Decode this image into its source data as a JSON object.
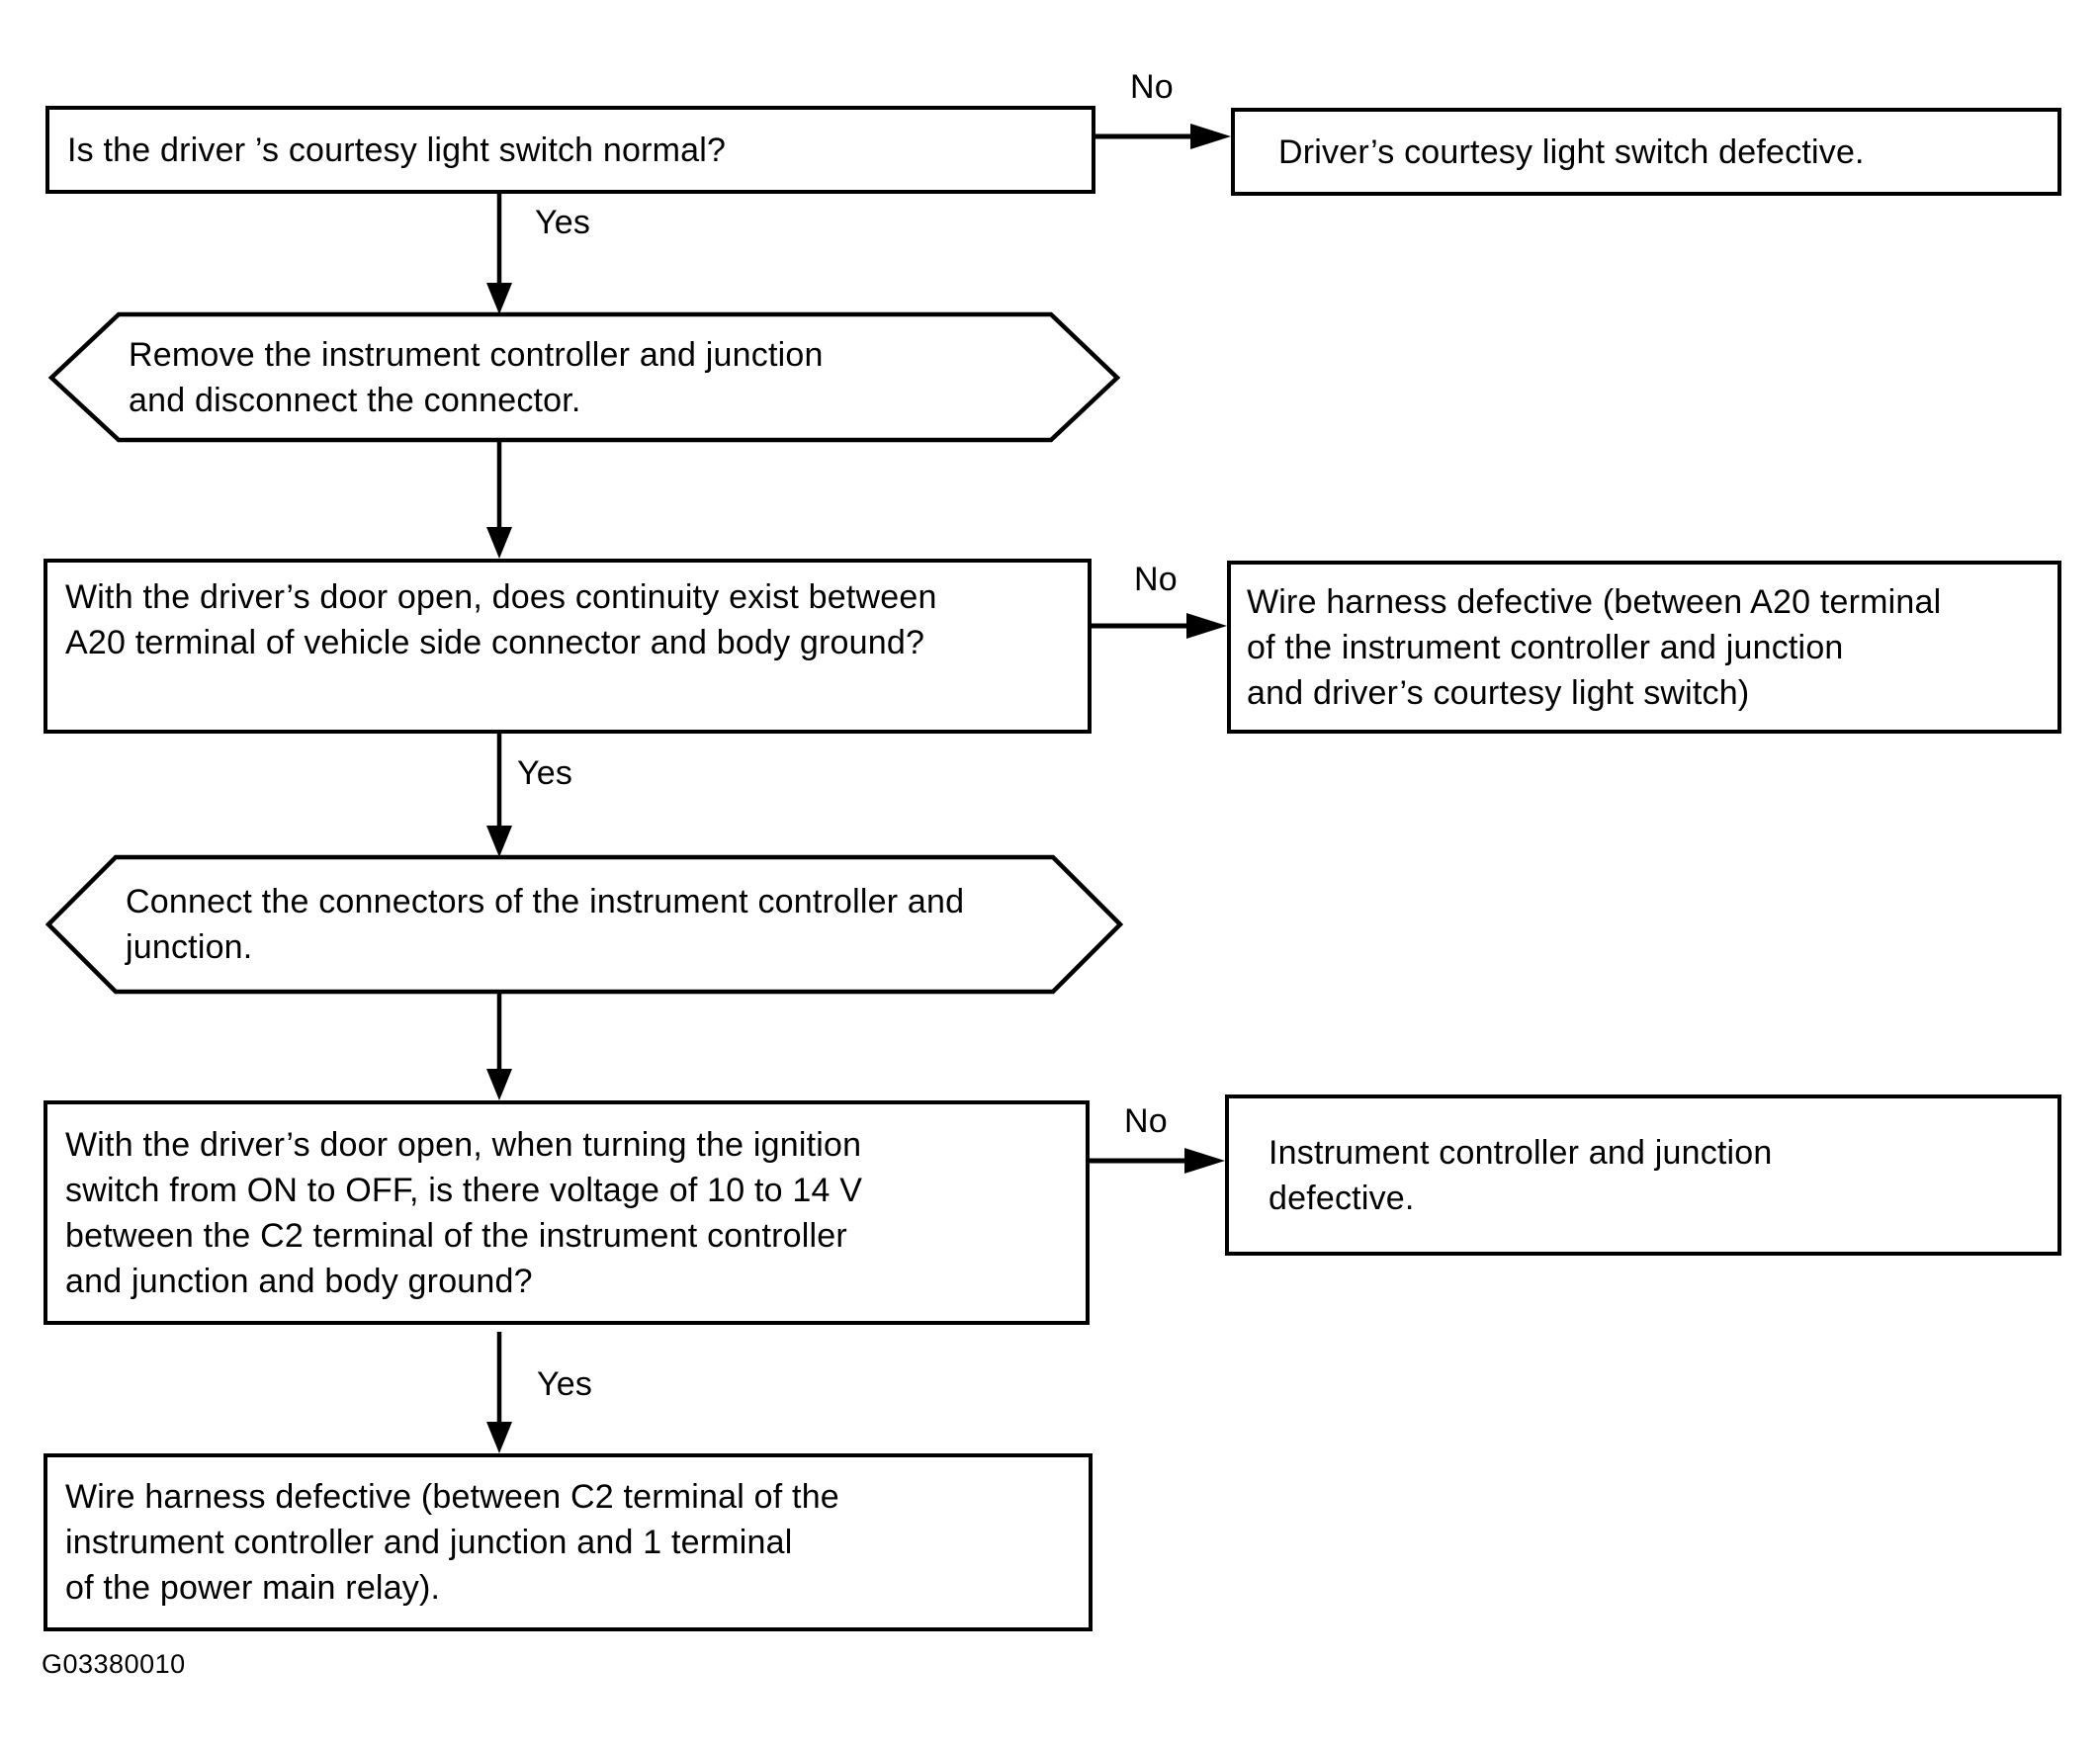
{
  "document": {
    "figure_code": "G03380010"
  },
  "labels": {
    "yes": "Yes",
    "no": "No"
  },
  "colors": {
    "ink": "#000000",
    "paper": "#ffffff"
  },
  "flow": {
    "q1": {
      "type": "decision",
      "lines": [
        "Is the driver ’s courtesy light switch normal?"
      ]
    },
    "r1": {
      "type": "result",
      "lines": [
        "Driver’s courtesy light switch defective."
      ]
    },
    "p1": {
      "type": "process",
      "lines": [
        "Remove the instrument controller and junction",
        "and disconnect the connector."
      ]
    },
    "q2": {
      "type": "decision",
      "lines": [
        "With the driver’s door open, does continuity exist between",
        "A20 terminal of vehicle side connector and body ground?"
      ]
    },
    "r2": {
      "type": "result",
      "lines": [
        "Wire harness defective (between A20 terminal",
        "of the instrument controller and junction",
        "and driver’s courtesy light switch)"
      ]
    },
    "p2": {
      "type": "process",
      "lines": [
        "Connect the connectors of the instrument controller and",
        "junction."
      ]
    },
    "q3": {
      "type": "decision",
      "lines": [
        "With the driver’s door open, when turning the ignition",
        "switch from ON to OFF, is there voltage of 10 to 14 V",
        "between the C2 terminal of the instrument controller",
        "and junction and body ground?"
      ]
    },
    "r3": {
      "type": "result",
      "lines": [
        "Instrument controller and junction",
        "defective."
      ]
    },
    "end": {
      "type": "result",
      "lines": [
        "Wire harness defective (between C2 terminal of the",
        "instrument controller and junction and 1 terminal",
        "of the power main relay)."
      ]
    }
  }
}
